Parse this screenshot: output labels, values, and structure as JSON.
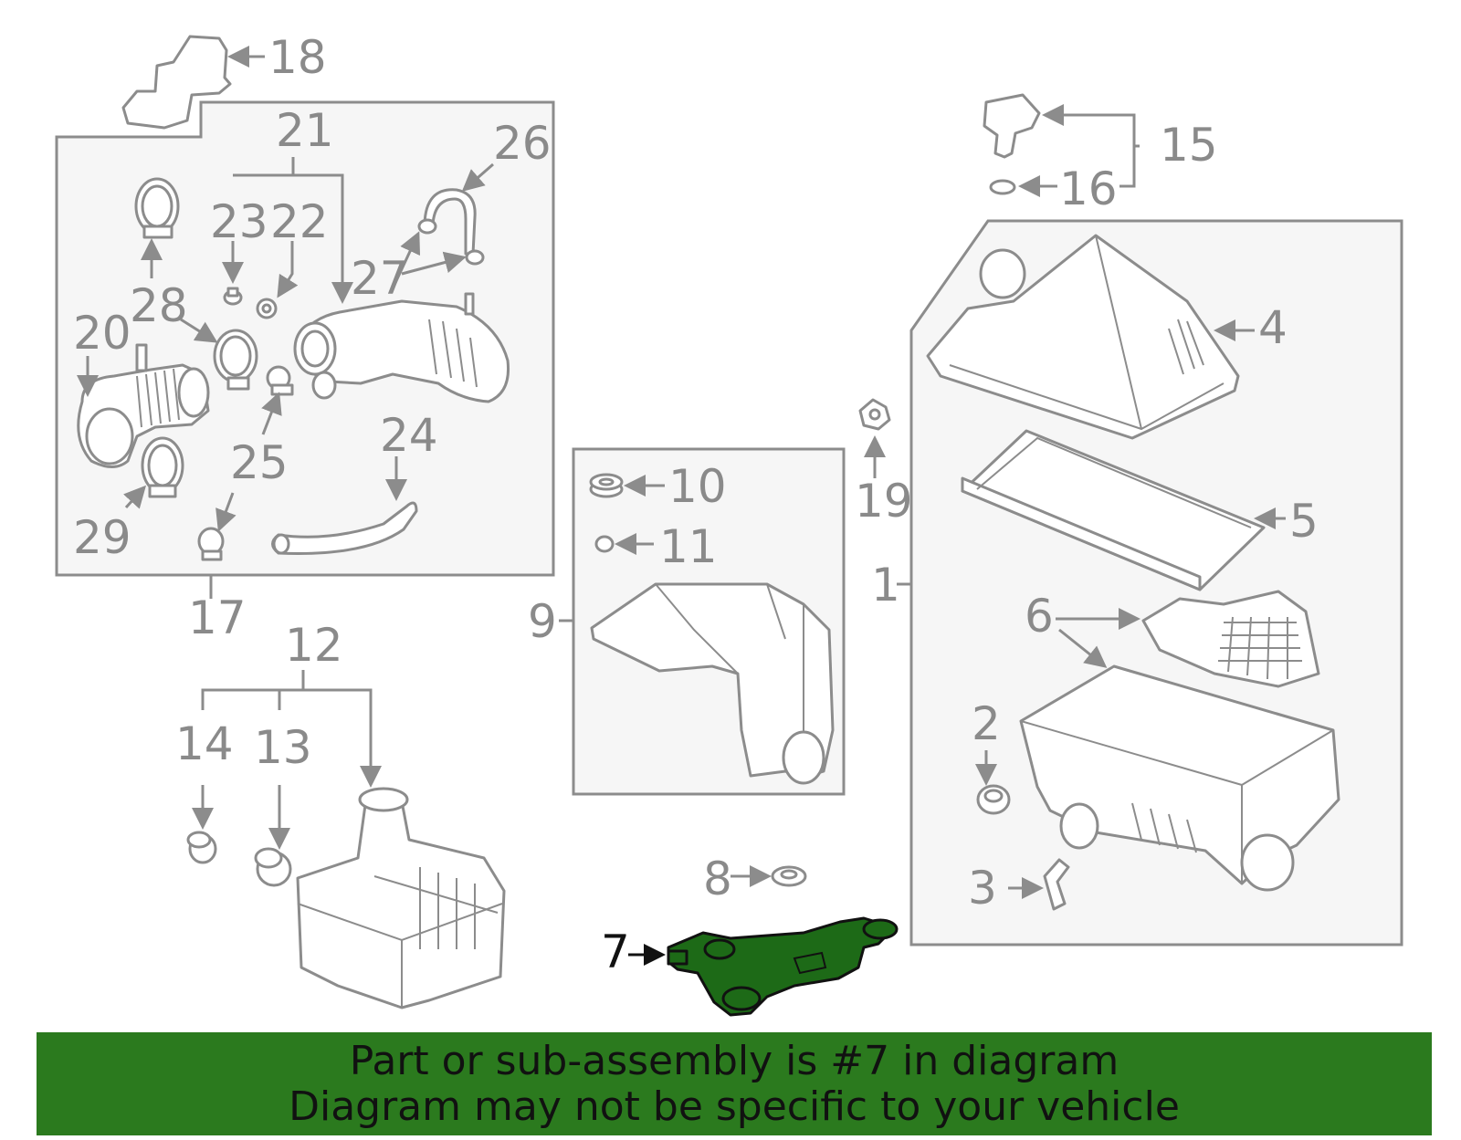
{
  "callouts": {
    "c1": "1",
    "c2": "2",
    "c3": "3",
    "c4": "4",
    "c5": "5",
    "c6": "6",
    "c7": "7",
    "c8": "8",
    "c9": "9",
    "c10": "10",
    "c11": "11",
    "c12": "12",
    "c13": "13",
    "c14": "14",
    "c15": "15",
    "c16": "16",
    "c17": "17",
    "c18": "18",
    "c19": "19",
    "c20": "20",
    "c21": "21",
    "c22": "22",
    "c23": "23",
    "c24": "24",
    "c25": "25",
    "c26": "26",
    "c27": "27",
    "c28": "28",
    "c29": "29"
  },
  "highlight": {
    "part_number": "7",
    "color": "#1d6a17"
  },
  "banner": {
    "line1": "Part or sub-assembly is #7 in diagram",
    "line2": "Diagram may not be specific to your vehicle",
    "background": "#2b7a1e"
  }
}
